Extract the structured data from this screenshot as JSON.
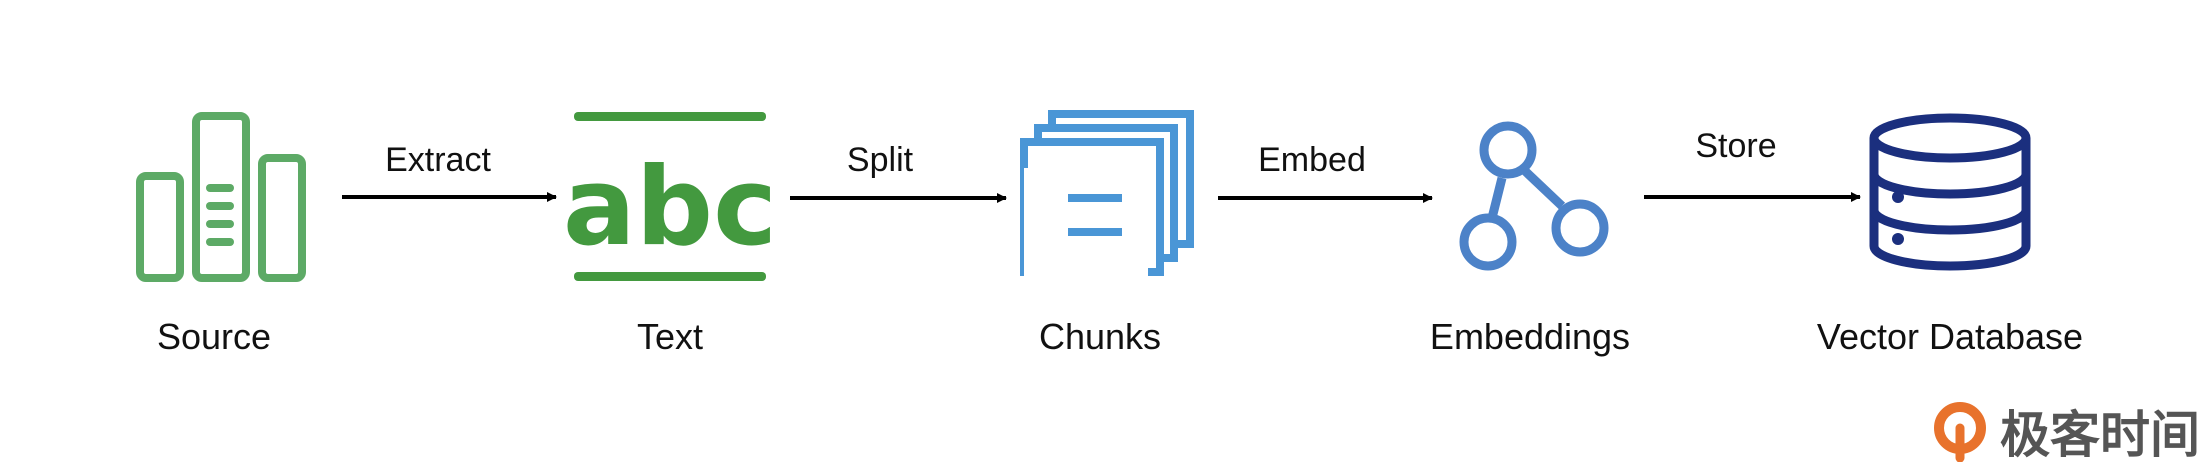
{
  "colors": {
    "source": "#5daa66",
    "text": "#43993f",
    "chunks": "#4a96d6",
    "embeddings": "#4c82c8",
    "database": "#1b2f7e",
    "arrow": "#000000",
    "watermark_logo": "#e8722c",
    "watermark_text": "#555555"
  },
  "nodes": [
    {
      "id": "source",
      "label": "Source",
      "icon": "bar-document-icon"
    },
    {
      "id": "text",
      "label": "Text",
      "icon": "abc-text-icon"
    },
    {
      "id": "chunks",
      "label": "Chunks",
      "icon": "stacked-pages-icon"
    },
    {
      "id": "embeddings",
      "label": "Embeddings",
      "icon": "graph-nodes-icon"
    },
    {
      "id": "database",
      "label": "Vector Database",
      "icon": "database-icon"
    }
  ],
  "edges": [
    {
      "from": "source",
      "to": "text",
      "label": "Extract"
    },
    {
      "from": "text",
      "to": "chunks",
      "label": "Split"
    },
    {
      "from": "chunks",
      "to": "embeddings",
      "label": "Embed"
    },
    {
      "from": "embeddings",
      "to": "database",
      "label": "Store"
    }
  ],
  "icon_text": "abc",
  "watermark": {
    "text": "极客时间",
    "icon": "geektime-logo-icon"
  }
}
